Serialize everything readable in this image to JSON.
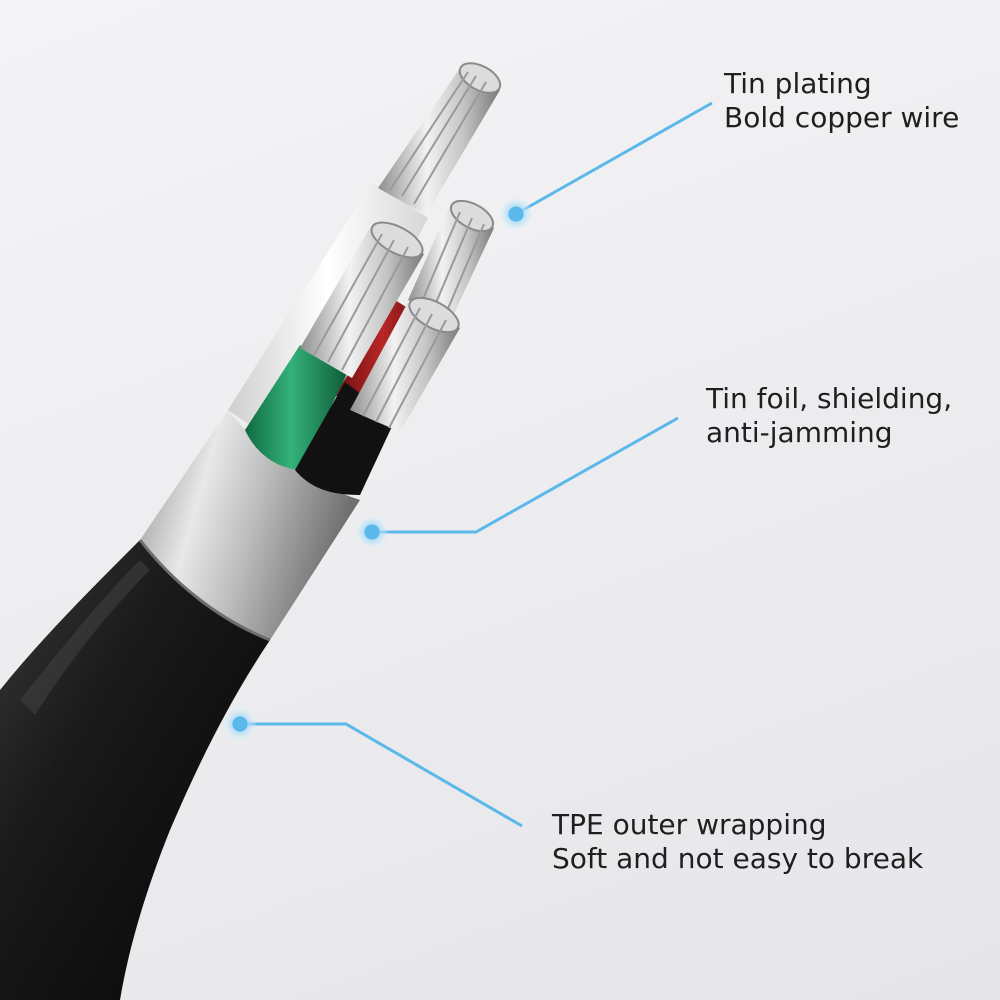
{
  "callouts": {
    "tin_plating": {
      "line1": "Tin plating",
      "line2": "Bold copper wire"
    },
    "tin_foil": {
      "line1": "Tin foil, shielding,",
      "line2": "anti-jamming"
    },
    "tpe": {
      "line1": "TPE outer wrapping",
      "line2": "Soft and not easy to break"
    }
  },
  "colors": {
    "background": "#efeff1",
    "accent": "#5ab8ea",
    "jacket": "#151515",
    "foil": "#b8b8b8",
    "wire_green": "#1f8f5a",
    "wire_red": "#9b1d1d",
    "wire_white": "#e9e9e9",
    "wire_black": "#151515",
    "copper_strand": "#c9c9c9"
  },
  "icons": [
    "callout-dot-icon"
  ]
}
